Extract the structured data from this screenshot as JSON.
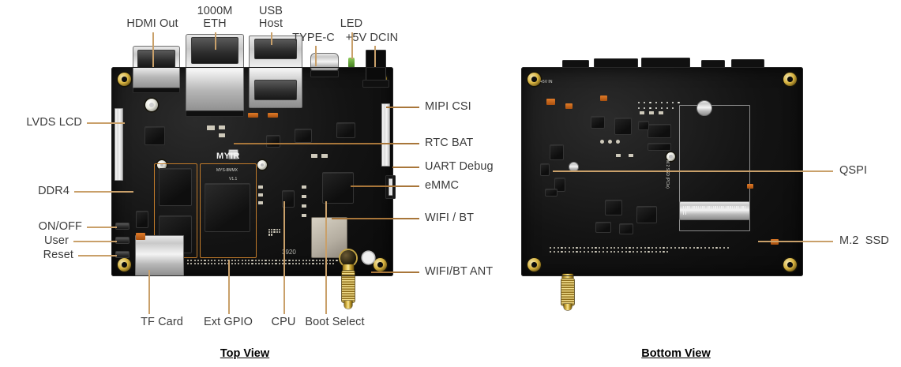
{
  "figure": {
    "title": "MYIR MYS-8MMX single board computer callout diagram",
    "accent_line_color": "#c9a06a",
    "label_text_color": "#3c3c3c"
  },
  "views": [
    {
      "id": "top-view",
      "caption": "Top View",
      "board_silkscreen": {
        "brand": "MYIR",
        "part": "MYS-8MMX",
        "revision": "V1.1",
        "code": "3920"
      },
      "labels": [
        {
          "id": "hdmi-out",
          "text": "HDMI Out",
          "side": "top"
        },
        {
          "id": "1000m-eth",
          "text": "1000M\nETH",
          "side": "top"
        },
        {
          "id": "usb-host",
          "text": "USB\nHost",
          "side": "top"
        },
        {
          "id": "led",
          "text": "LED",
          "side": "top"
        },
        {
          "id": "type-c",
          "text": "TYPE-C",
          "side": "top"
        },
        {
          "id": "dcin-5v",
          "text": "+5V DCIN",
          "side": "top"
        },
        {
          "id": "lvds-lcd",
          "text": "LVDS LCD",
          "side": "left"
        },
        {
          "id": "ddr4",
          "text": "DDR4",
          "side": "left"
        },
        {
          "id": "on-off",
          "text": "ON/OFF",
          "side": "left"
        },
        {
          "id": "user",
          "text": "User",
          "side": "left"
        },
        {
          "id": "reset",
          "text": "Reset",
          "side": "left"
        },
        {
          "id": "mipi-csi",
          "text": "MIPI CSI",
          "side": "right"
        },
        {
          "id": "rtc-bat",
          "text": "RTC BAT",
          "side": "right"
        },
        {
          "id": "uart-debug",
          "text": "UART Debug",
          "side": "right"
        },
        {
          "id": "emmc",
          "text": "eMMC",
          "side": "right"
        },
        {
          "id": "wifi-bt",
          "text": "WIFI / BT",
          "side": "right"
        },
        {
          "id": "wifi-bt-ant",
          "text": "WIFI/BT ANT",
          "side": "right"
        },
        {
          "id": "tf-card",
          "text": "TF Card",
          "side": "bottom"
        },
        {
          "id": "ext-gpio",
          "text": "Ext GPIO",
          "side": "bottom"
        },
        {
          "id": "cpu",
          "text": "CPU",
          "side": "bottom"
        },
        {
          "id": "boot-select",
          "text": "Boot Select",
          "side": "bottom"
        }
      ]
    },
    {
      "id": "bottom-view",
      "caption": "Bottom View",
      "labels": [
        {
          "id": "qspi",
          "text": "QSPI",
          "side": "right"
        },
        {
          "id": "m2-ssd",
          "text": "M.2  SSD",
          "side": "right"
        }
      ]
    }
  ]
}
